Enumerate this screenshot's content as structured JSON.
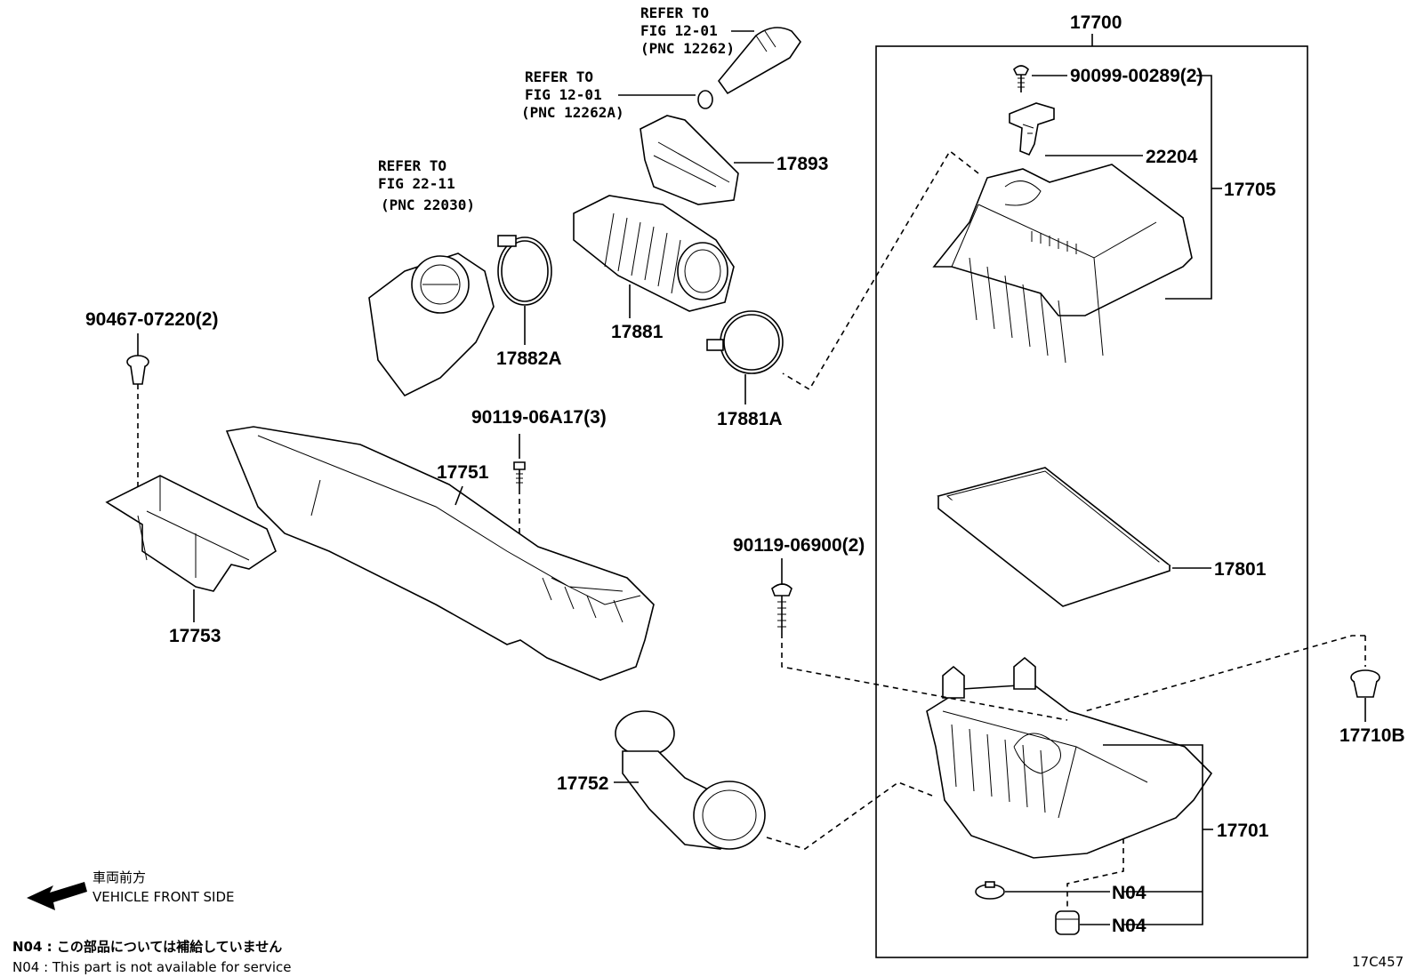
{
  "refs": {
    "ref1": [
      "REFER TO",
      "FIG 12-01",
      "(PNC 12262)"
    ],
    "ref2": [
      "REFER TO",
      "FIG 12-01",
      "(PNC 12262A)"
    ],
    "ref3": [
      "REFER TO",
      "FIG 22-11",
      "(PNC 22030)"
    ]
  },
  "parts": {
    "p17700": "17700",
    "p90099": "90099-00289(2)",
    "p22204": "22204",
    "p17705": "17705",
    "p17893": "17893",
    "p17881": "17881",
    "p17882A": "17882A",
    "p17881A": "17881A",
    "p90467": "90467-07220(2)",
    "p90119a": "90119-06A17(3)",
    "p17751": "17751",
    "p17753": "17753",
    "p90119b": "90119-06900(2)",
    "p17801": "17801",
    "p17710B": "17710B",
    "p17752": "17752",
    "p17701": "17701",
    "pN04a": "N04",
    "pN04b": "N04"
  },
  "direction": {
    "jp": "車両前方",
    "en": "VEHICLE FRONT SIDE"
  },
  "notes": {
    "jp": "N04 : この部品については補給していません",
    "en": "N04 : This part is not available for service"
  },
  "figure_code": "17C457"
}
